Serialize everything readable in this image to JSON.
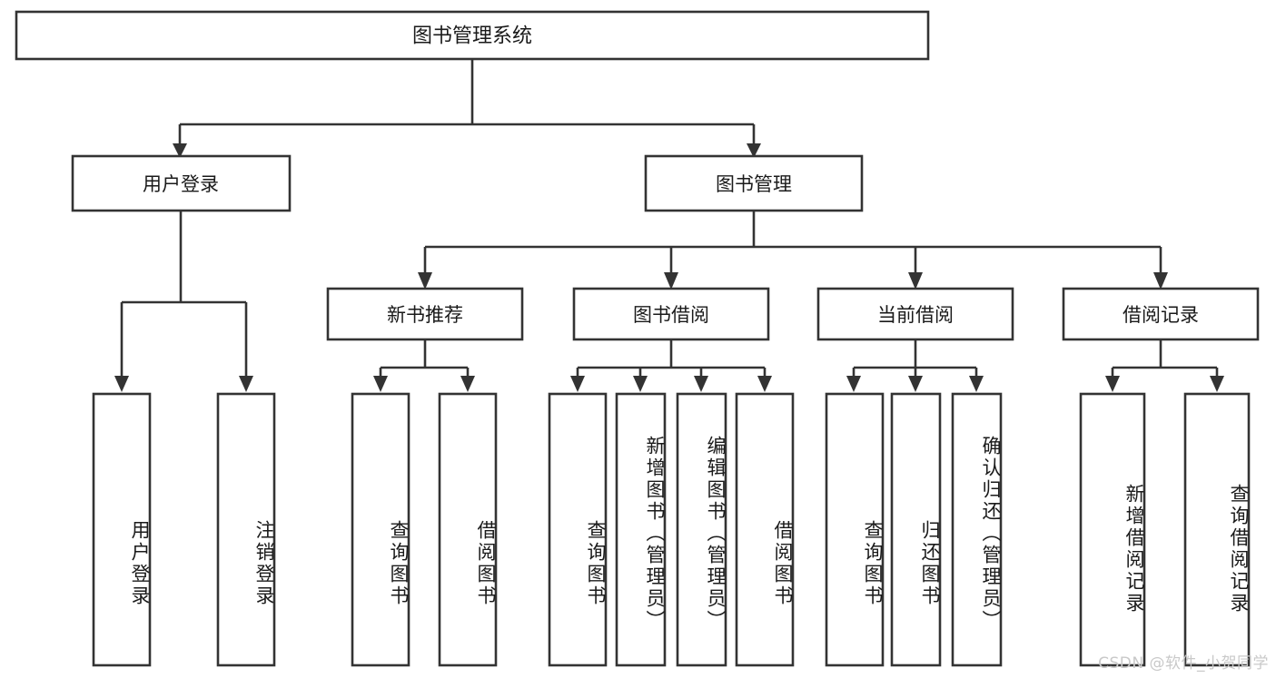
{
  "diagram": {
    "type": "tree",
    "title": "图书管理系统",
    "root": {
      "label": "图书管理系统",
      "orientation": "horizontal"
    },
    "level2": [
      {
        "label": "用户登录"
      },
      {
        "label": "图书管理"
      }
    ],
    "level3": [
      {
        "label": "新书推荐"
      },
      {
        "label": "图书借阅"
      },
      {
        "label": "当前借阅"
      },
      {
        "label": "借阅记录"
      }
    ],
    "leaves": {
      "user_login": [
        {
          "label": "用户登录"
        },
        {
          "label": "注销登录"
        }
      ],
      "new_book_recommend": [
        {
          "label": "查询图书"
        },
        {
          "label": "借阅图书"
        }
      ],
      "book_borrow": [
        {
          "label": "查询图书"
        },
        {
          "label": "新增图书（管理员）"
        },
        {
          "label": "编辑图书（管理员）"
        },
        {
          "label": "借阅图书"
        }
      ],
      "current_borrow": [
        {
          "label": "查询图书"
        },
        {
          "label": "归还图书"
        },
        {
          "label": "确认归还（管理员）"
        }
      ],
      "borrow_record": [
        {
          "label": "新增借阅记录"
        },
        {
          "label": "查询借阅记录"
        }
      ]
    },
    "watermark": "CSDN @软件_小贺同学",
    "colors": {
      "stroke": "#333333",
      "box_fill": "#ffffff",
      "text": "#1a1a1a",
      "watermark": "#c9c9c9",
      "background": "#ffffff"
    }
  }
}
